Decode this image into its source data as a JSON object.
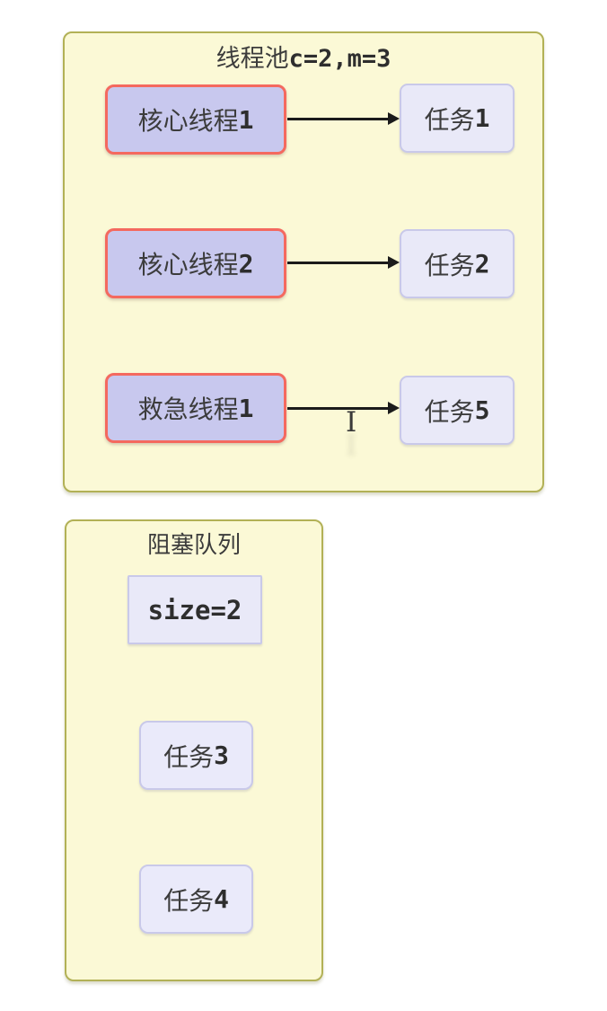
{
  "colors": {
    "container_fill": "#fbf9d6",
    "container_border": "#b2b156",
    "thread_fill": "#c8c8ee",
    "thread_border": "#f4695f",
    "task_fill": "#e9e9f8",
    "task_border": "#c9c9e9",
    "arrow": "#1b1b1b",
    "text": "#3c3c3c",
    "background": "#ffffff"
  },
  "thread_pool": {
    "title_cjk": "线程池",
    "title_params": "c=2,m=3",
    "rows": [
      {
        "thread_cjk": "核心线程",
        "thread_num": "1",
        "task_cjk": "任务",
        "task_num": "1"
      },
      {
        "thread_cjk": "核心线程",
        "thread_num": "2",
        "task_cjk": "任务",
        "task_num": "2"
      },
      {
        "thread_cjk": "救急线程",
        "thread_num": "1",
        "task_cjk": "任务",
        "task_num": "5"
      }
    ]
  },
  "blocking_queue": {
    "title_cjk": "阻塞队列",
    "size_label": "size=2",
    "items": [
      {
        "cjk": "任务",
        "num": "3"
      },
      {
        "cjk": "任务",
        "num": "4"
      }
    ]
  },
  "cursor": {
    "glyph": "I"
  }
}
